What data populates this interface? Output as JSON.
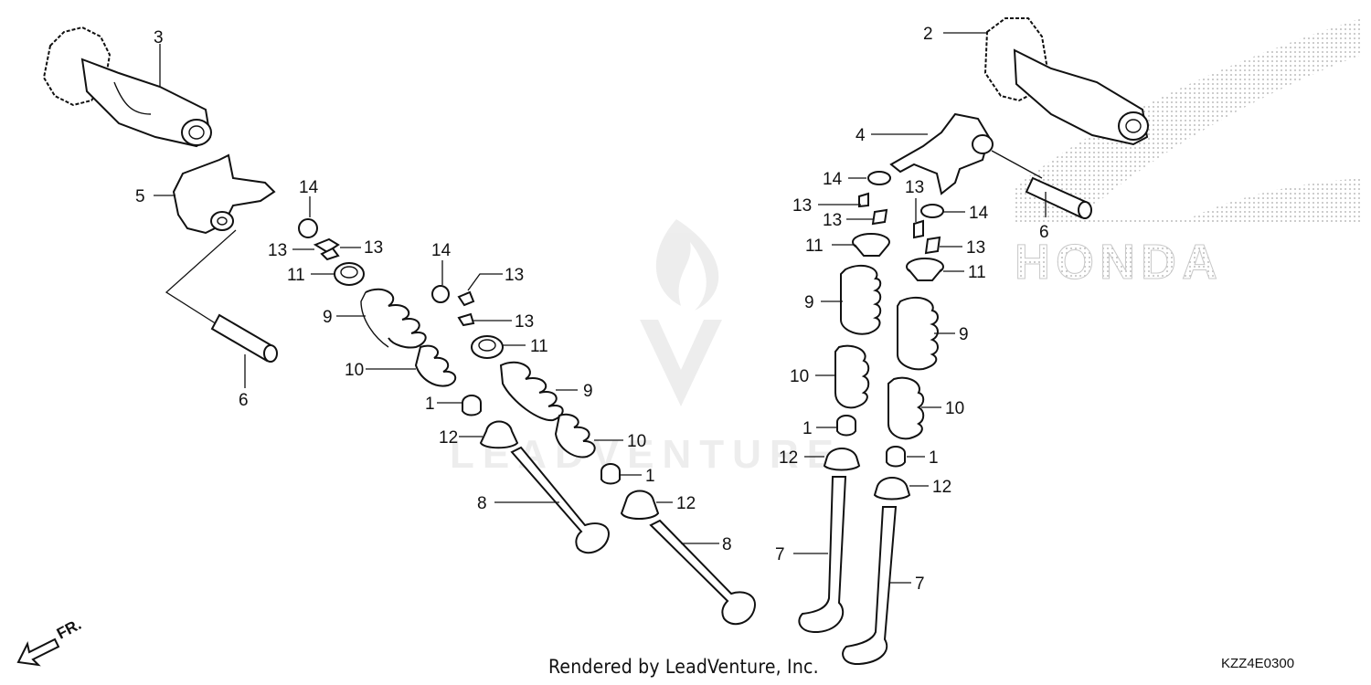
{
  "footer": {
    "rendered_by": "Rendered by LeadVenture, Inc.",
    "diagram_code": "KZZ4E0300"
  },
  "watermark": {
    "text": "LEADVENTURE"
  },
  "brand": {
    "text": "HONDA"
  },
  "direction": {
    "label": "FR."
  },
  "callouts": [
    {
      "id": "c3",
      "label": "3"
    },
    {
      "id": "c2",
      "label": "2"
    },
    {
      "id": "c5",
      "label": "5"
    },
    {
      "id": "c6a",
      "label": "6"
    },
    {
      "id": "c14a",
      "label": "14"
    },
    {
      "id": "c13a",
      "label": "13"
    },
    {
      "id": "c13b",
      "label": "13"
    },
    {
      "id": "c11a",
      "label": "11"
    },
    {
      "id": "c9a",
      "label": "9"
    },
    {
      "id": "c10a",
      "label": "10"
    },
    {
      "id": "c1a",
      "label": "1"
    },
    {
      "id": "c12a",
      "label": "12"
    },
    {
      "id": "c8a",
      "label": "8"
    },
    {
      "id": "c14b",
      "label": "14"
    },
    {
      "id": "c13c",
      "label": "13"
    },
    {
      "id": "c13d",
      "label": "13"
    },
    {
      "id": "c11b",
      "label": "11"
    },
    {
      "id": "c9b",
      "label": "9"
    },
    {
      "id": "c10b",
      "label": "10"
    },
    {
      "id": "c1b",
      "label": "1"
    },
    {
      "id": "c12b",
      "label": "12"
    },
    {
      "id": "c8b",
      "label": "8"
    },
    {
      "id": "c4",
      "label": "4"
    },
    {
      "id": "c6b",
      "label": "6"
    },
    {
      "id": "c14c",
      "label": "14"
    },
    {
      "id": "c13e",
      "label": "13"
    },
    {
      "id": "c13f",
      "label": "13"
    },
    {
      "id": "c11c",
      "label": "11"
    },
    {
      "id": "c9c",
      "label": "9"
    },
    {
      "id": "c10c",
      "label": "10"
    },
    {
      "id": "c1c",
      "label": "1"
    },
    {
      "id": "c12c",
      "label": "12"
    },
    {
      "id": "c7a",
      "label": "7"
    },
    {
      "id": "c13g",
      "label": "13"
    },
    {
      "id": "c14d",
      "label": "14"
    },
    {
      "id": "c13h",
      "label": "13"
    },
    {
      "id": "c11d",
      "label": "11"
    },
    {
      "id": "c9d",
      "label": "9"
    },
    {
      "id": "c10d",
      "label": "10"
    },
    {
      "id": "c1d",
      "label": "1"
    },
    {
      "id": "c12d",
      "label": "12"
    },
    {
      "id": "c7b",
      "label": "7"
    }
  ]
}
